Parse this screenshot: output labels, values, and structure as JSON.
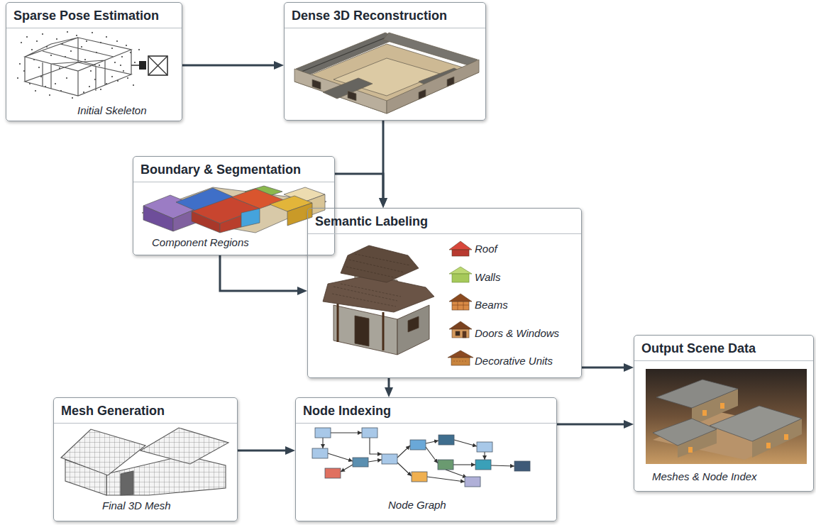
{
  "diagram": {
    "nodes": [
      {
        "text": [
          "Sparse Pose Estimation",
          "Initial Skeleton"
        ]
      },
      {
        "text": [
          "Dense 3D Reconstruction"
        ]
      },
      {
        "text": [
          "Boundary & Segmentation",
          "Component Regions"
        ]
      },
      {
        "text": [
          "Semantic Labeling"
        ]
      },
      {
        "text": [
          "Output Scene Data",
          "Meshes & Node Index"
        ]
      },
      {
        "text": [
          "Mesh Generation",
          "Final 3D Mesh"
        ]
      },
      {
        "text": [
          "Node Indexing",
          "Node Graph"
        ]
      }
    ],
    "edges": [
      {
        "from": 0,
        "to": 1,
        "arrow": "to"
      },
      {
        "from": 1,
        "to": 3,
        "arrow": "to"
      },
      {
        "from": 2,
        "to": 3,
        "arrow": "to"
      },
      {
        "from": 2,
        "to": 3,
        "arrow": "to"
      },
      {
        "from": 3,
        "to": 6,
        "arrow": "to"
      },
      {
        "from": 3,
        "to": 4,
        "arrow": "to"
      },
      {
        "from": 5,
        "to": 6,
        "arrow": "to"
      },
      {
        "from": 6,
        "to": 4,
        "arrow": "to"
      }
    ],
    "legend": [
      {
        "text": "Roof"
      },
      {
        "text": "Walls"
      },
      {
        "text": "Beams"
      },
      {
        "text": "Doors & Windows"
      },
      {
        "text": "Decorative Units"
      }
    ]
  }
}
